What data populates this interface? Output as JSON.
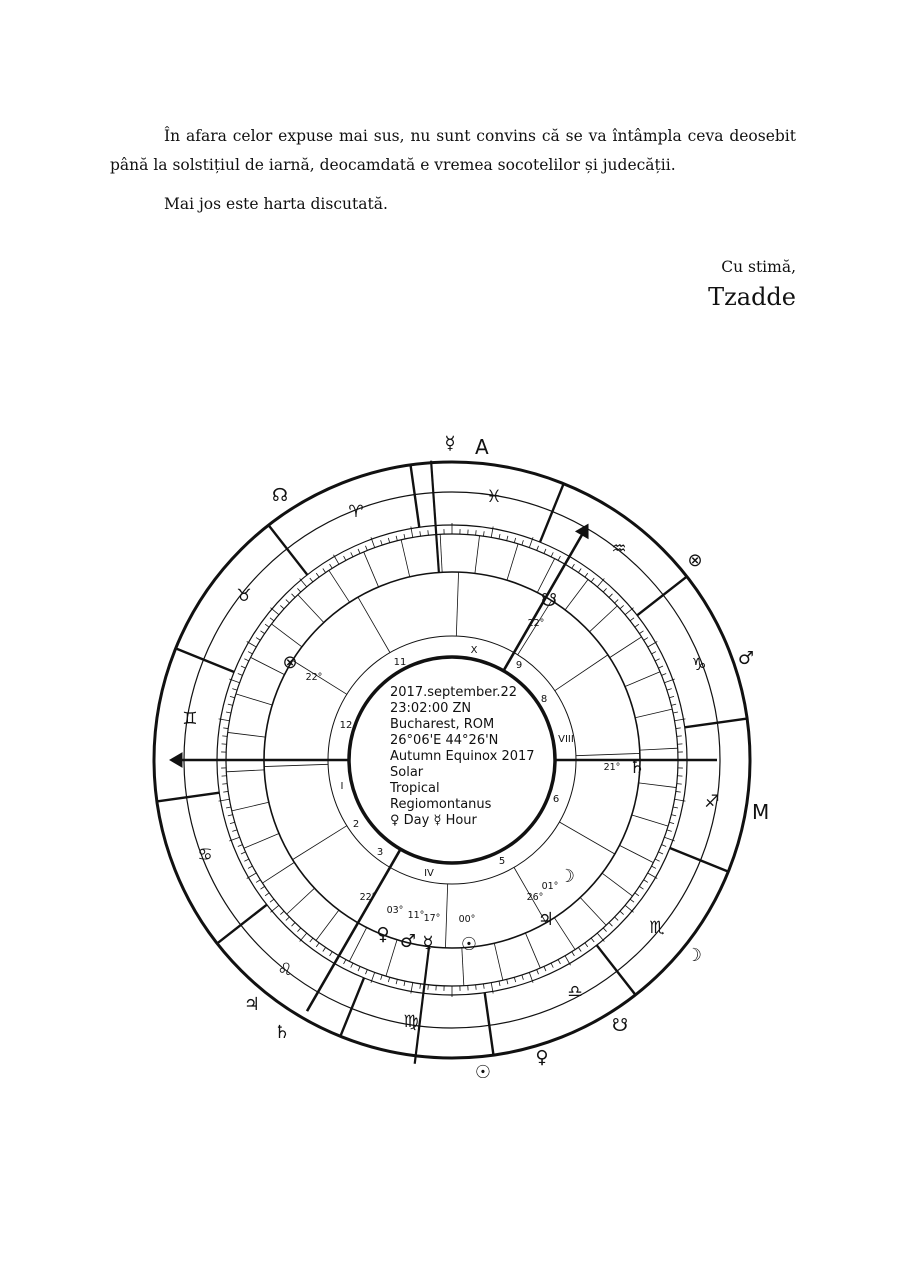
{
  "document": {
    "paragraph1": "În afara celor expuse mai sus, nu sunt convins că se va întâmpla ceva deosebit până la solstițiul de iarnă, deocamdată e vremea socotelilor și judecății.",
    "paragraph2": "Mai jos este harta discutată.",
    "closing": "Cu stimă,",
    "signature": "Tzadde"
  },
  "chart": {
    "info_lines": [
      "2017.september.22",
      "23:02:00 ZN",
      "Bucharest, ROM",
      "26°06'E  44°26'N",
      "Autumn Equinox 2017",
      "Solar",
      "Tropical",
      "Regiomontanus",
      "♀ Day  ☿ Hour"
    ],
    "angle_labels": {
      "top": "A",
      "right": "M"
    },
    "house_numbers": [
      "X",
      "11",
      "12",
      "I",
      "2",
      "3",
      "IV",
      "5",
      "6",
      "VIII",
      "9",
      "8"
    ],
    "outer_planet_glyphs": [
      "☿",
      "☊",
      "⊗",
      "♂",
      "♃",
      "♄",
      "☉",
      "♀",
      "☋",
      "☽"
    ],
    "zodiac_glyphs": [
      "♈",
      "♓",
      "♒",
      "♑",
      "♐",
      "♏",
      "♎",
      "♍",
      "♌",
      "♋",
      "♊",
      "♉"
    ],
    "inner_planet_glyphs": [
      "♀",
      "♂",
      "☿",
      "☉",
      "♃",
      "☽",
      "♄",
      "⊗",
      "☋"
    ],
    "degree_labels": [
      "22°",
      "22°",
      "21°",
      "22°",
      "03°",
      "11°",
      "17°",
      "00°",
      "01°",
      "26°"
    ]
  }
}
